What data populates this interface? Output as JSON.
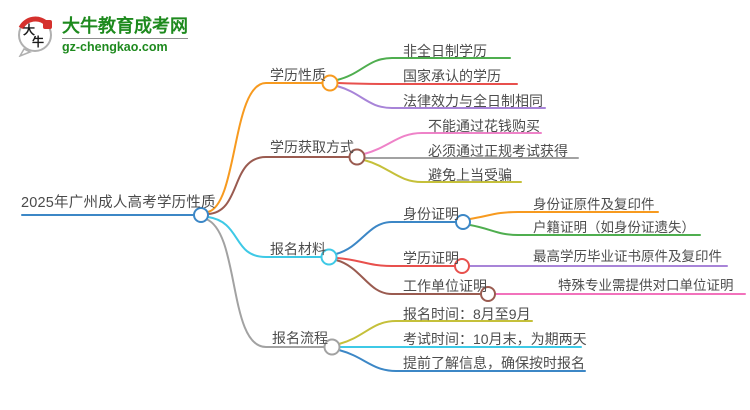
{
  "logo": {
    "icon_text": "大牛",
    "title": "大牛教育成考网",
    "domain": "gz-chengkao.com",
    "brand_green": "#1e8a1e",
    "brand_red": "#d5312d"
  },
  "mindmap": {
    "root": {
      "label": "2025年广州成人高考学历性质",
      "color": "#3c87c6"
    },
    "branches": [
      {
        "label": "学历性质",
        "color": "#f79a1f",
        "children": [
          {
            "label": "非全日制学历",
            "color": "#4fae4f"
          },
          {
            "label": "国家承认的学历",
            "color": "#e8504d"
          },
          {
            "label": "法律效力与全日制相同",
            "color": "#a884d8"
          }
        ]
      },
      {
        "label": "学历获取方式",
        "color": "#9a5b50",
        "children": [
          {
            "label": "不能通过花钱购买",
            "color": "#ee82c8"
          },
          {
            "label": "必须通过正规考试获得",
            "color": "#a2a2a2"
          },
          {
            "label": "避免上当受骗",
            "color": "#c5c03a"
          }
        ]
      },
      {
        "label": "报名材料",
        "color": "#3ec9e6",
        "children": [
          {
            "label": "身份证明",
            "color": "#3c87c6",
            "children": [
              {
                "label": "身份证原件及复印件",
                "color": "#f79a1f"
              },
              {
                "label": "户籍证明（如身份证遗失）",
                "color": "#4fae4f"
              }
            ]
          },
          {
            "label": "学历证明",
            "color": "#e8504d",
            "children": [
              {
                "label": "最高学历毕业证书原件及复印件",
                "color": "#a884d8"
              }
            ]
          },
          {
            "label": "工作单位证明",
            "color": "#9a5b50",
            "children": [
              {
                "label": "特殊专业需提供对口单位证明",
                "color": "#f272bc"
              }
            ]
          }
        ]
      },
      {
        "label": "报名流程",
        "color": "#a2a2a2",
        "children": [
          {
            "label": "报名时间：8月至9月",
            "color": "#c5c03a"
          },
          {
            "label": "考试时间：10月末，为期两天",
            "color": "#3ec9e6"
          },
          {
            "label": "提前了解信息，确保按时报名",
            "color": "#3c87c6"
          }
        ]
      }
    ]
  }
}
